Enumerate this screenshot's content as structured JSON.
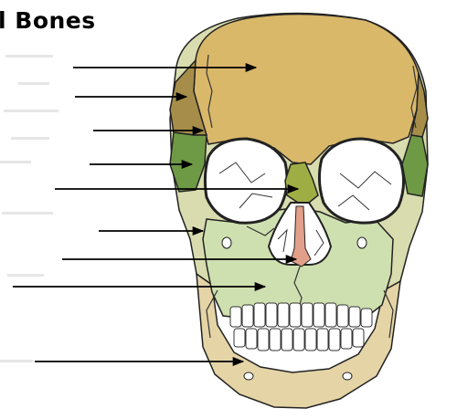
{
  "title": "l Bones",
  "colors": {
    "frontal": "#d9b86a",
    "parietal": "#a68e4a",
    "temporal": "#6f9a45",
    "maxilla": "#cfe0b0",
    "zygomatic": "#d9dcae",
    "mandible": "#e4d4a6",
    "nasal": "#9fae44",
    "vomer": "#e2a08a",
    "outline": "#222222",
    "arrow": "#000000"
  },
  "pointers": [
    {
      "name": "pointer-frontal-bone"
    },
    {
      "name": "pointer-parietal-bone"
    },
    {
      "name": "pointer-sphenoid-bone"
    },
    {
      "name": "pointer-temporal-bone"
    },
    {
      "name": "pointer-nasal-bone"
    },
    {
      "name": "pointer-zygomatic-bone"
    },
    {
      "name": "pointer-vomer-bone"
    },
    {
      "name": "pointer-maxilla-bone"
    },
    {
      "name": "pointer-mandible-bone"
    }
  ]
}
